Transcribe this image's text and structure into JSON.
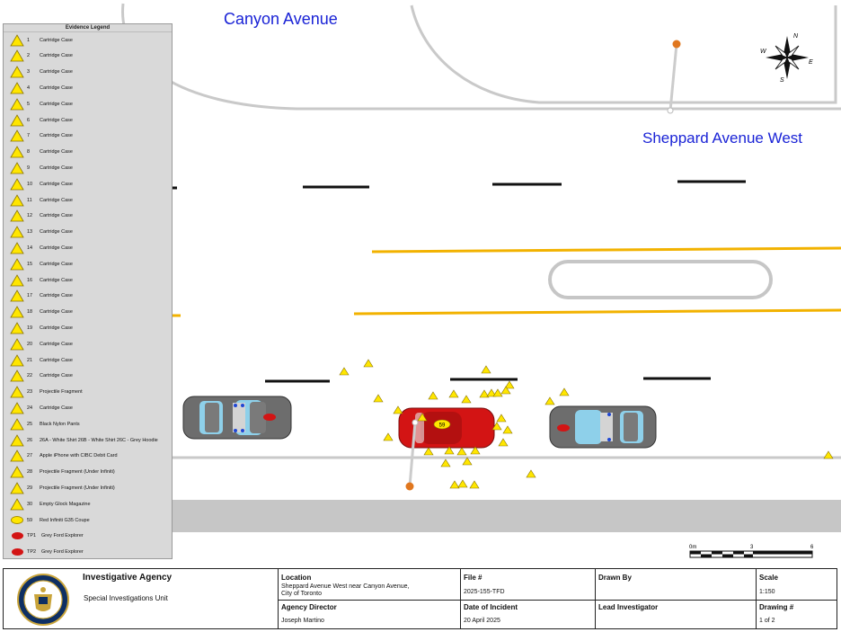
{
  "streets": {
    "canyon": "Canyon Avenue",
    "sheppard": "Sheppard Avenue West"
  },
  "legend": {
    "title": "Evidence Legend",
    "items": [
      {
        "num": "1",
        "desc": "Cartridge Case"
      },
      {
        "num": "2",
        "desc": "Cartridge Case"
      },
      {
        "num": "3",
        "desc": "Cartridge Case"
      },
      {
        "num": "4",
        "desc": "Cartridge Case"
      },
      {
        "num": "5",
        "desc": "Cartridge Case"
      },
      {
        "num": "6",
        "desc": "Cartridge Case"
      },
      {
        "num": "7",
        "desc": "Cartridge Case"
      },
      {
        "num": "8",
        "desc": "Cartridge Case"
      },
      {
        "num": "9",
        "desc": "Cartridge Case"
      },
      {
        "num": "10",
        "desc": "Cartridge Case"
      },
      {
        "num": "11",
        "desc": "Cartridge Case"
      },
      {
        "num": "12",
        "desc": "Cartridge Case"
      },
      {
        "num": "13",
        "desc": "Cartridge Case"
      },
      {
        "num": "14",
        "desc": "Cartridge Case"
      },
      {
        "num": "15",
        "desc": "Cartridge Case"
      },
      {
        "num": "16",
        "desc": "Cartridge Case"
      },
      {
        "num": "17",
        "desc": "Cartridge Case"
      },
      {
        "num": "18",
        "desc": "Cartridge Case"
      },
      {
        "num": "19",
        "desc": "Cartridge Case"
      },
      {
        "num": "20",
        "desc": "Cartridge Case"
      },
      {
        "num": "21",
        "desc": "Cartridge Case"
      },
      {
        "num": "22",
        "desc": "Cartridge Case"
      },
      {
        "num": "23",
        "desc": "Projectile Fragment"
      },
      {
        "num": "24",
        "desc": "Cartridge Case"
      },
      {
        "num": "25",
        "desc": "Black Nylon Pants"
      },
      {
        "num": "26",
        "desc": "26A - White Shirt  26B - White Shirt  26C - Grey Hoodie"
      },
      {
        "num": "27",
        "desc": "Apple iPhone with CIBC Debit Card"
      },
      {
        "num": "28",
        "desc": "Projectile Fragment (Under Infiniti)"
      },
      {
        "num": "29",
        "desc": "Projectile Fragment (Under Infiniti)"
      },
      {
        "num": "30",
        "desc": "Empty Glock Magazine"
      },
      {
        "num": "59",
        "desc": "Red Infiniti G35 Coupe"
      }
    ],
    "vehicles": [
      {
        "num": "TP1",
        "desc": "Grey Ford Explorer"
      },
      {
        "num": "TP2",
        "desc": "Grey Ford Explorer"
      }
    ]
  },
  "compass": {
    "n": "N",
    "e": "E",
    "s": "S",
    "w": "W"
  },
  "car_label": "59",
  "scale": {
    "t0": "0m",
    "t1": "3",
    "t2": "6"
  },
  "title_block": {
    "agency_name": "Investigative Agency",
    "unit_name": "Special Investigations Unit",
    "location_label": "Location",
    "location_value_line1": "Sheppard Avenue West near Canyon Avenue,",
    "location_value_line2": "City of Toronto",
    "file_label": "File #",
    "file_value": "2025-155-TFD",
    "drawn_label": "Drawn By",
    "drawn_value": "",
    "scale_label": "Scale",
    "scale_value": "1:150",
    "director_label": "Agency Director",
    "director_value": "Joseph Martino",
    "date_label": "Date of Incident",
    "date_value": "20 April 2025",
    "investigator_label": "Lead Investigator",
    "investigator_value": "",
    "drawing_label": "Drawing #",
    "drawing_value": "1 of 2"
  },
  "colors": {
    "street_text": "#1a23d6",
    "marker_fill": "#ffe600",
    "red_car": "#d31414",
    "grey_car": "#6d6d6d",
    "yellow_line": "#f2b200",
    "curb": "#c9c9c9"
  }
}
